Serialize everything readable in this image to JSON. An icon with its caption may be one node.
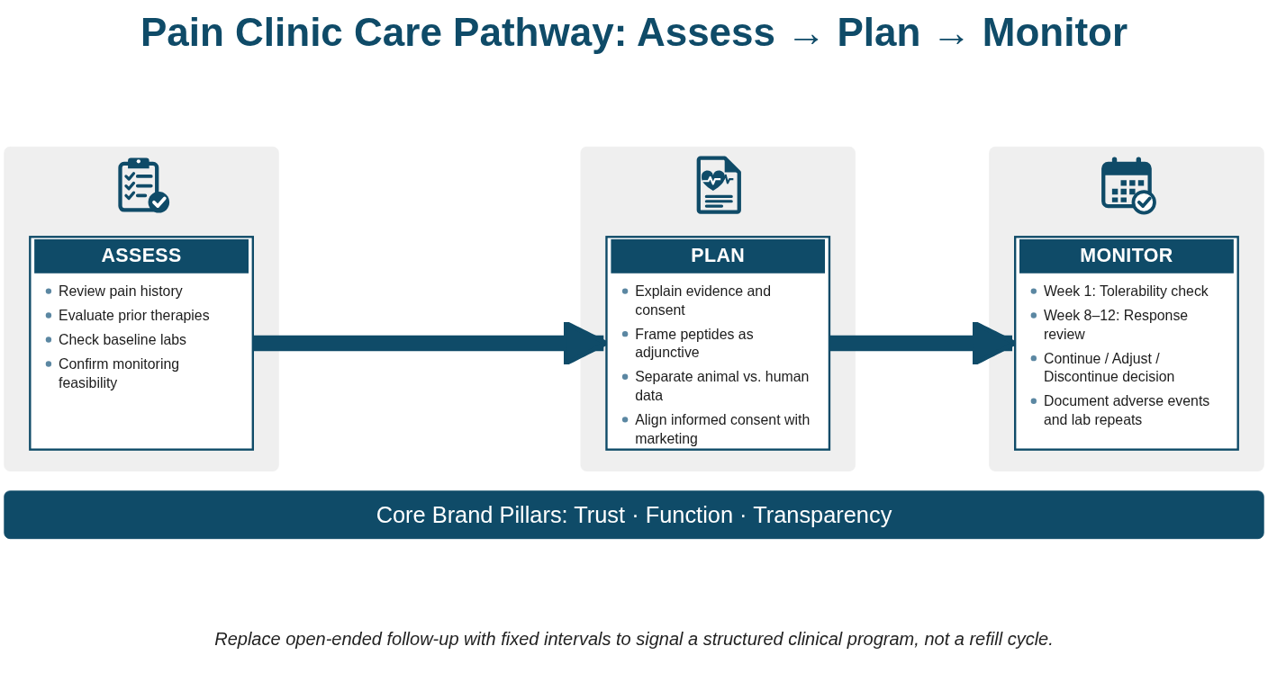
{
  "diagram": {
    "title": "Pain Clinic Care Pathway: Assess → Plan → Monitor",
    "nodes": [
      {
        "text": [],
        "shape": "box"
      },
      {
        "text": [
          "ASSESS",
          "Review pain history",
          "Evaluate prior therapies",
          "Check baseline labs",
          "Confirm monitoring feasibility"
        ],
        "in": 0
      },
      {
        "text": [],
        "shape": "box"
      },
      {
        "text": [
          "PLAN",
          "Explain evidence and consent",
          "Frame peptides as adjunctive",
          "Separate animal vs. human data",
          "Align informed consent with marketing"
        ],
        "in": 2
      },
      {
        "text": [],
        "shape": "box"
      },
      {
        "text": [
          "MONITOR",
          "Week 1: Tolerability check",
          "Week 8–12: Response review",
          "Continue / Adjust / Discontinue decision",
          "Document adverse events and lab repeats"
        ],
        "in": 4
      },
      {
        "text": [
          "Core Brand Pillars: Trust · Function · Transparency"
        ]
      }
    ],
    "edges": [
      {
        "from": 1,
        "to": 3,
        "arrow": "to"
      },
      {
        "from": 3,
        "to": 5,
        "arrow": "to"
      }
    ],
    "caption": "Replace open-ended follow-up with fixed intervals to signal a structured clinical program, not a refill cycle."
  }
}
